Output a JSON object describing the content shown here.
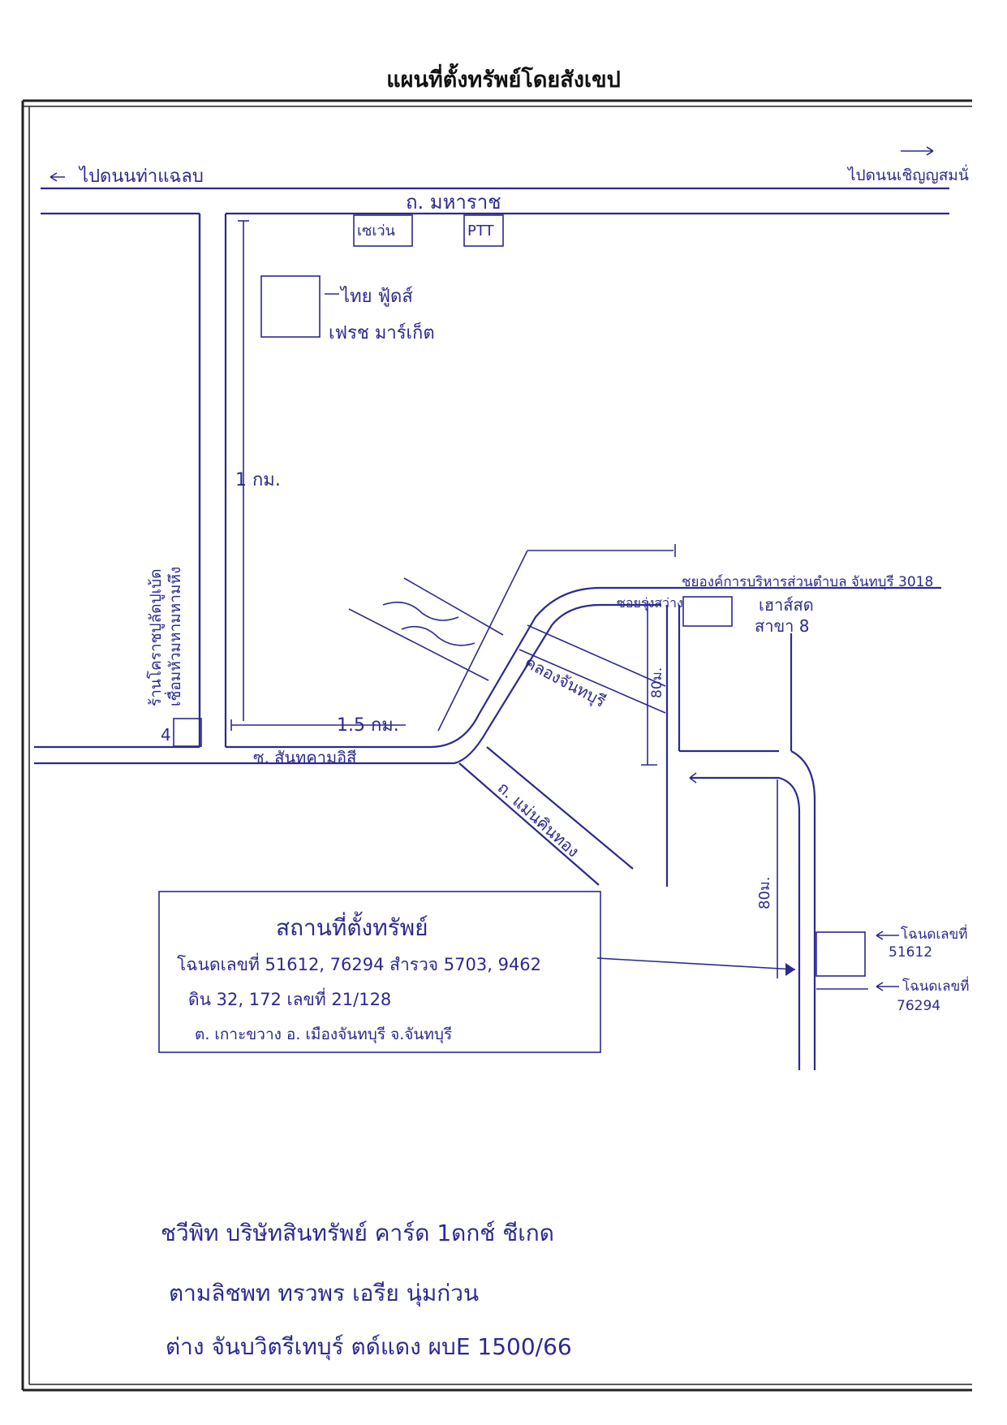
{
  "title": "แผนที่ตั้งทรัพย์โดยสังเขป",
  "colors": {
    "ink": "#2b2a8f",
    "frame": "#222222"
  },
  "directions": {
    "left": "ไปดนนท่าแฉลบ",
    "right": "ไปดนนเชิญญสมนั่"
  },
  "roads": {
    "top_road": "ถ. มหาราช",
    "bottom_road": "ซ. สันทคามอิสี",
    "diagonal_road": "ถ. แม่นคินทอง",
    "km_vertical": "1 กม.",
    "km_horizontal": "1.5 กม.",
    "right_road_distance": "80ม.",
    "canal_side_distance": "80ม."
  },
  "landmarks": {
    "seven_eleven": "เซเว่น",
    "pt_shop": "PTT",
    "foods_market_line1": "ไทย ฟู้ดส์",
    "foods_market_line2": "เฟรช มาร์เก็ต",
    "canal": "คลองจันทบุรี",
    "bank_label": "ชยองค์การบริหารส่วนตำบล จันทบุรี 3018",
    "lao_shop_line1": "เฮาส์สด",
    "lao_shop_line2": "สาขา 8",
    "alley": "ซอยรุ่งสว่าง",
    "vertical_left_label_line1": "ร้านโคราชปูลัดปูเบ้ด",
    "vertical_left_label_line2": "เชื่อมหัวมหามหามหึง",
    "vertical_left_marker": "4"
  },
  "plots": {
    "plot1": "โฉนดเลขที่ 51612",
    "plot1_line1": "โฉนดเลขที่",
    "plot1_line2": "51612",
    "plot2_line1": "โฉนดเลขที่",
    "plot2_line2": "76294"
  },
  "info_box": {
    "heading": "สถานที่ตั้งทรัพย์",
    "line1": "โฉนดเลขที่ 51612, 76294 สำรวจ 5703, 9462",
    "line2": "ดิน 32, 172 เลขที่ 21/128",
    "line3": "ต. เกาะขวาง อ. เมืองจันทบุรี จ.จันทบุรี"
  },
  "notes": {
    "line1": "ชวีพิท บริษัทสินทรัพย์ คาร์ด 1ดกช์ ชีเกด",
    "line2": "ตามลิชพท ทรวพร เอรีย นุ่มก่วน",
    "line3": "ต่าง จันบวิตรีเทบุร์ ตด์แดง ผบE 1500/66"
  }
}
